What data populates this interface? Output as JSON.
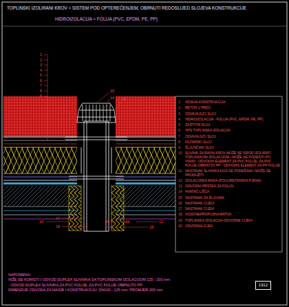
{
  "diagram": {
    "title": "TOPLINSKI IZOLIRANI KROV = SISTEM POD OPTEREĆENJEM, OBRNUTI REDOSLIJED SLOJEVA KONSTRUKCIJE",
    "nodes": [
      {
        "text": [
          "1312"
        ]
      }
    ],
    "labels": [
      "HIDROIZOLACIJA = FOLIJA (PVC, EPDM, PE, PP)",
      "1",
      "2",
      "3",
      "4",
      "5",
      "6",
      "7",
      "8",
      "9",
      "15",
      "14",
      "13",
      "16",
      "17",
      "18",
      "10",
      "11",
      "12",
      "18",
      "1",
      "NOSIVA KONSTRUKCIJA",
      "2",
      "BETON U PADU",
      "3",
      "ODVAJAJUĆI SLOJ",
      "4",
      "HIDROIZOLACIJA - FOLIJA (PVC, EPDM, PE, PP)",
      "5",
      "ZAŠTITNI SLOJ",
      "6",
      "XPS TOPLINSKA IZOLACIJA",
      "7",
      "ODVAJAJUĆI SLOJ",
      "8",
      "FILTARSKI SLOJ",
      "9",
      "ŠLJUNČANI SLOJ",
      "10",
      "SLIVNIK ZA RAVNI KROV MOŽE SE ISPOD IZOLIRATI TOPLINSKOM IZOLACIJOM I MOŽE SE PODESITI PO VISINI - ODVODNI ELEMENT ZA PVC FOLIJE, ZA PVC FOLIJE OBRNUTO PP - ODVODNI ELEMENT ZA PP FOLIJE",
      "11",
      "NASTAVAK SLIVNIKA KOJI SE PODEŠAVA I MOŽE SE PRODUŽITI",
      "12",
      "IZOLACIJSKA MASA (POLIURETANSKA PJENA)",
      "13",
      "ODVODNI PRSTEN ZA FOLIJU",
      "14",
      "HVATAČ LIŠĆA",
      "15",
      "NASTAVAK ZA ŠLJUNAK",
      "16",
      "NASTAVAK CIJEVI",
      "17",
      "NASTAVAK CIJEVI",
      "18",
      "VODONEPROPUSNA BRTVA",
      "19",
      "TOPLINSKA IZOLACIJA ODVODNE CIJEVI",
      "20",
      "ODVODNA CIJEV",
      "NAPOMENA:",
      "NIŽE SE KORISTI I ODVOD DUPLEX SLIVNIKA SA TOPLINSKOM IZOLACIJOM 125 - 200 mm",
      "- ODVOD DUPLEX SLIVNIKA ZA PVC FOLIJE, ZA PVC FOLIJE OBRNUTO PP",
      "DIMENZIJE ODVODA ZA NAGIB I KONSTRUKCIJU: DN100 - 125 mm, PROMJER 200 mm"
    ]
  }
}
